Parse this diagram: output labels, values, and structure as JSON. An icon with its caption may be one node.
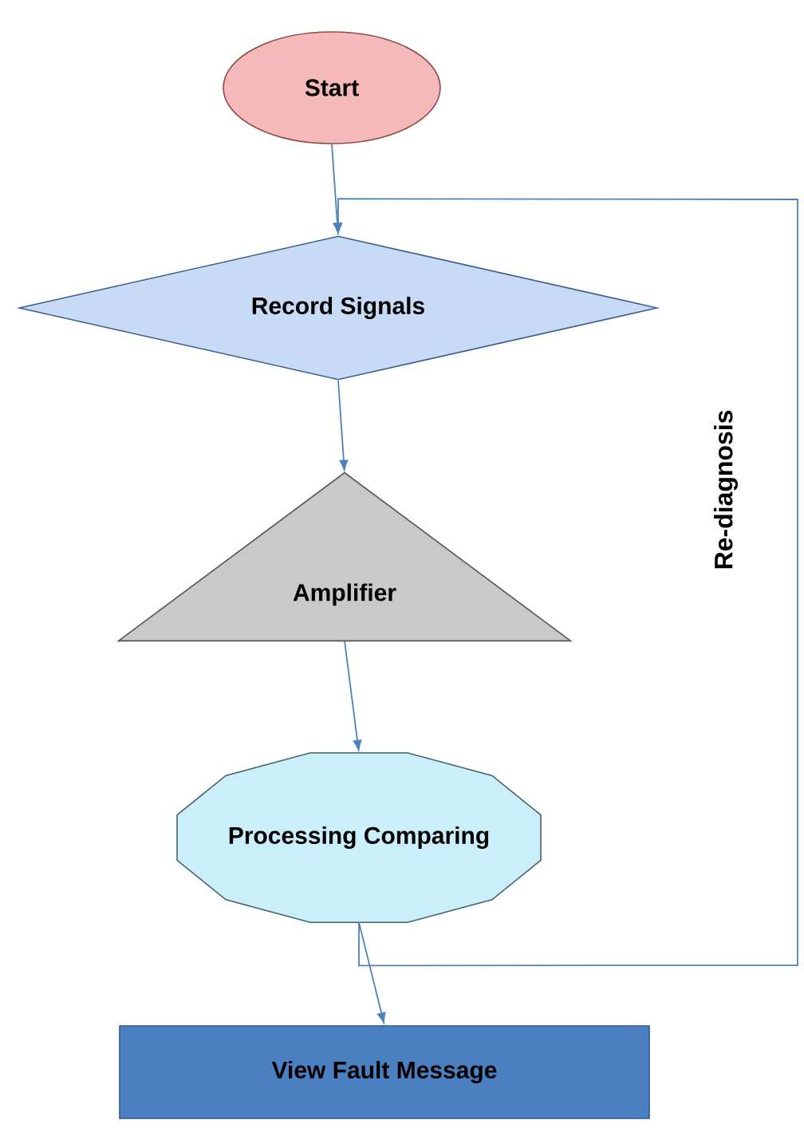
{
  "diagram": {
    "nodes": [
      {
        "text": [
          "Start"
        ]
      },
      {
        "text": [
          "Record Signals"
        ]
      },
      {
        "text": [
          "Amplifier"
        ]
      },
      {
        "text": [
          "Processing Comparing"
        ]
      },
      {
        "text": [
          "View Fault Message"
        ]
      }
    ],
    "edges": [
      {
        "from": 0,
        "to": 1,
        "arrow": "to"
      },
      {
        "from": 1,
        "to": 2,
        "arrow": "to"
      },
      {
        "from": 2,
        "to": 3,
        "arrow": "to"
      },
      {
        "from": 3,
        "to": 4,
        "arrow": "to"
      },
      {
        "from": 3,
        "to": 1,
        "arrow": "to",
        "label": "Re-diagnosis"
      }
    ]
  }
}
